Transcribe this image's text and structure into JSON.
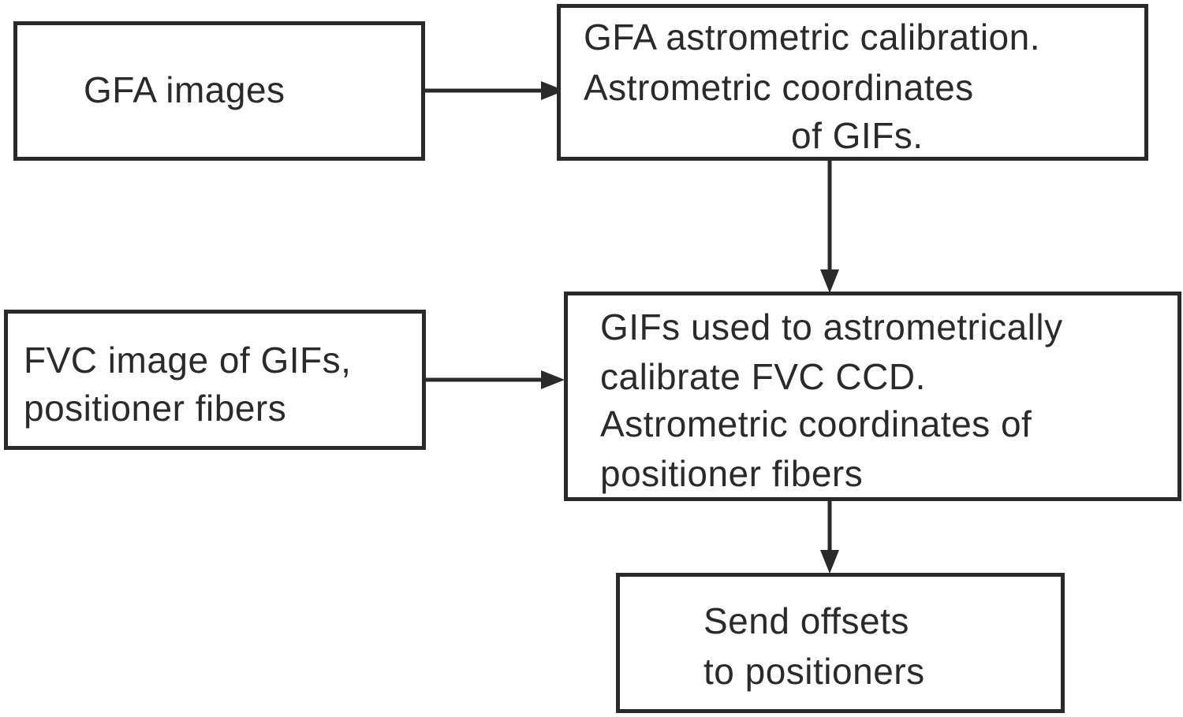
{
  "nodes": {
    "gfa_images": {
      "lines": [
        "GFA images"
      ]
    },
    "gfa_calibration": {
      "lines": [
        "GFA astrometric calibration.",
        "Astrometric coordinates",
        "of GIFs."
      ]
    },
    "fvc_image": {
      "lines": [
        "FVC image of GIFs,",
        "positioner fibers"
      ]
    },
    "gifs_calibrate": {
      "lines": [
        "GIFs used to astrometrically",
        "calibrate FVC CCD.",
        "Astrometric coordinates of",
        "positioner fibers"
      ]
    },
    "send_offsets": {
      "lines": [
        "Send offsets",
        "to positioners"
      ]
    }
  },
  "edges": [
    {
      "from": "GFA images",
      "to": "GFA astrometric calibration."
    },
    {
      "from": "GFA astrometric calibration.",
      "to": "GIFs used to astrometrically"
    },
    {
      "from": "FVC image of GIFs,",
      "to": "GIFs used to astrometrically"
    },
    {
      "from": "GIFs used to astrometrically",
      "to": "Send offsets"
    }
  ],
  "colors": {
    "stroke": "#2a2a2a",
    "background": "#ffffff"
  }
}
